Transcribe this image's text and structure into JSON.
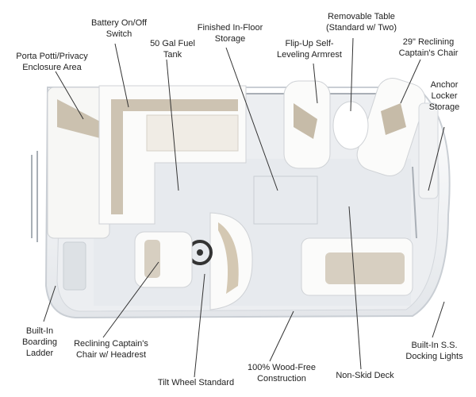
{
  "callouts": {
    "battery_switch": "Battery On/Off\nSwitch",
    "finished_storage": "Finished In-Floor\nStorage",
    "removable_table": "Removable Table\n(Standard w/ Two)",
    "porta_potti": "Porta Potti/Privacy\nEnclosure Area",
    "fuel_tank": "50 Gal Fuel\nTank",
    "flip_up_armrest": "Flip-Up Self-\nLeveling Armrest",
    "reclining_captains_chair": "29\" Reclining\nCaptain's Chair",
    "anchor_locker": "Anchor\nLocker\nStorage",
    "boarding_ladder": "Built-In\nBoarding\nLadder",
    "captains_chair_headrest": "Reclining Captain's\nChair w/ Headrest",
    "tilt_wheel": "Tilt Wheel Standard",
    "wood_free": "100% Wood-Free\nConstruction",
    "non_skid": "Non-Skid Deck",
    "docking_lights": "Built-In S.S.\nDocking Lights"
  },
  "colors": {
    "hull": "#f4f5f6",
    "deck": "#e9ecef",
    "upholstery": "#fbfbfa",
    "accent": "#b9ab93",
    "line": "#333333",
    "rail": "#a9afb6"
  }
}
